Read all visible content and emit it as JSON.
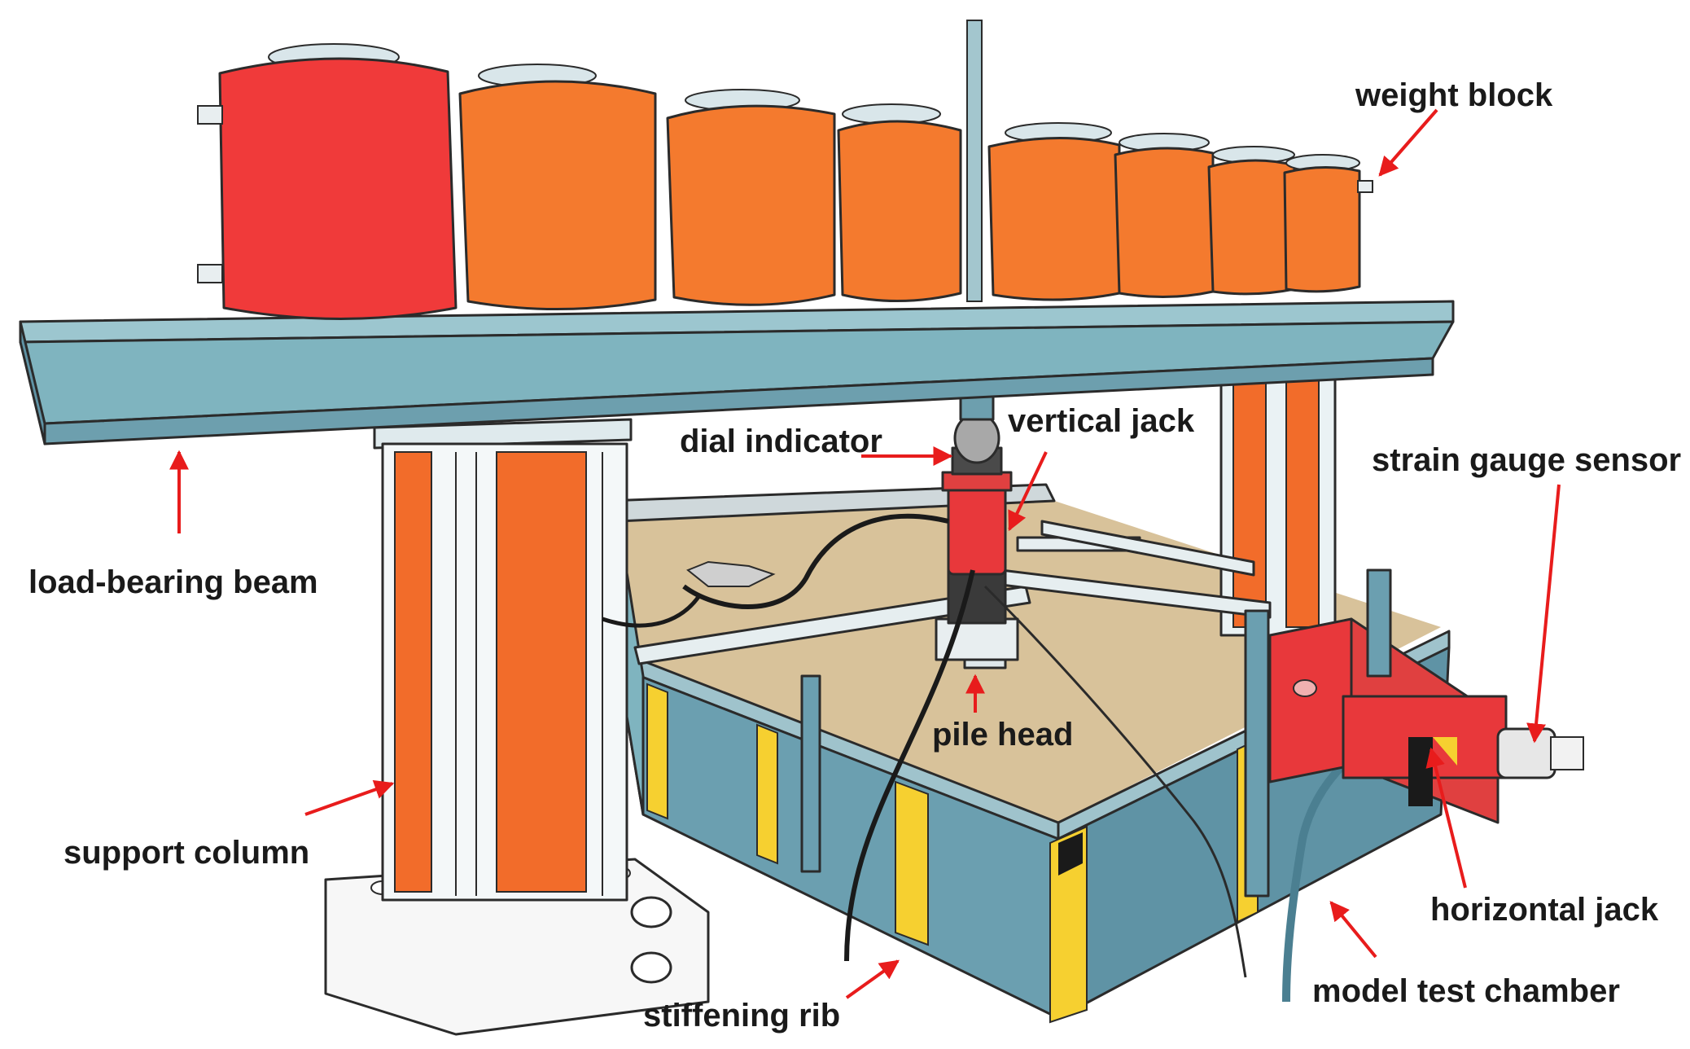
{
  "labels": {
    "weight_block": "weight block",
    "dial_indicator": "dial indicator",
    "vertical_jack": "vertical jack",
    "strain_gauge_sensor": "strain gauge sensor",
    "load_bearing_beam": "load-bearing beam",
    "pile_head": "pile head",
    "support_column": "support column",
    "horizontal_jack": "horizontal jack",
    "model_test_chamber": "model test chamber",
    "stiffening_rib": "stiffening rib"
  },
  "colors": {
    "weight_red": "#f03a3a",
    "weight_orange": "#f47a2e",
    "steel_blue": "#7fb4bf",
    "chamber_blue": "#6b9fb0",
    "rib_yellow": "#f6d030",
    "sand": "#d8c29a",
    "arrow_red": "#e81c1c",
    "column_orange": "#f26c2a",
    "jack_red": "#e8383b"
  }
}
